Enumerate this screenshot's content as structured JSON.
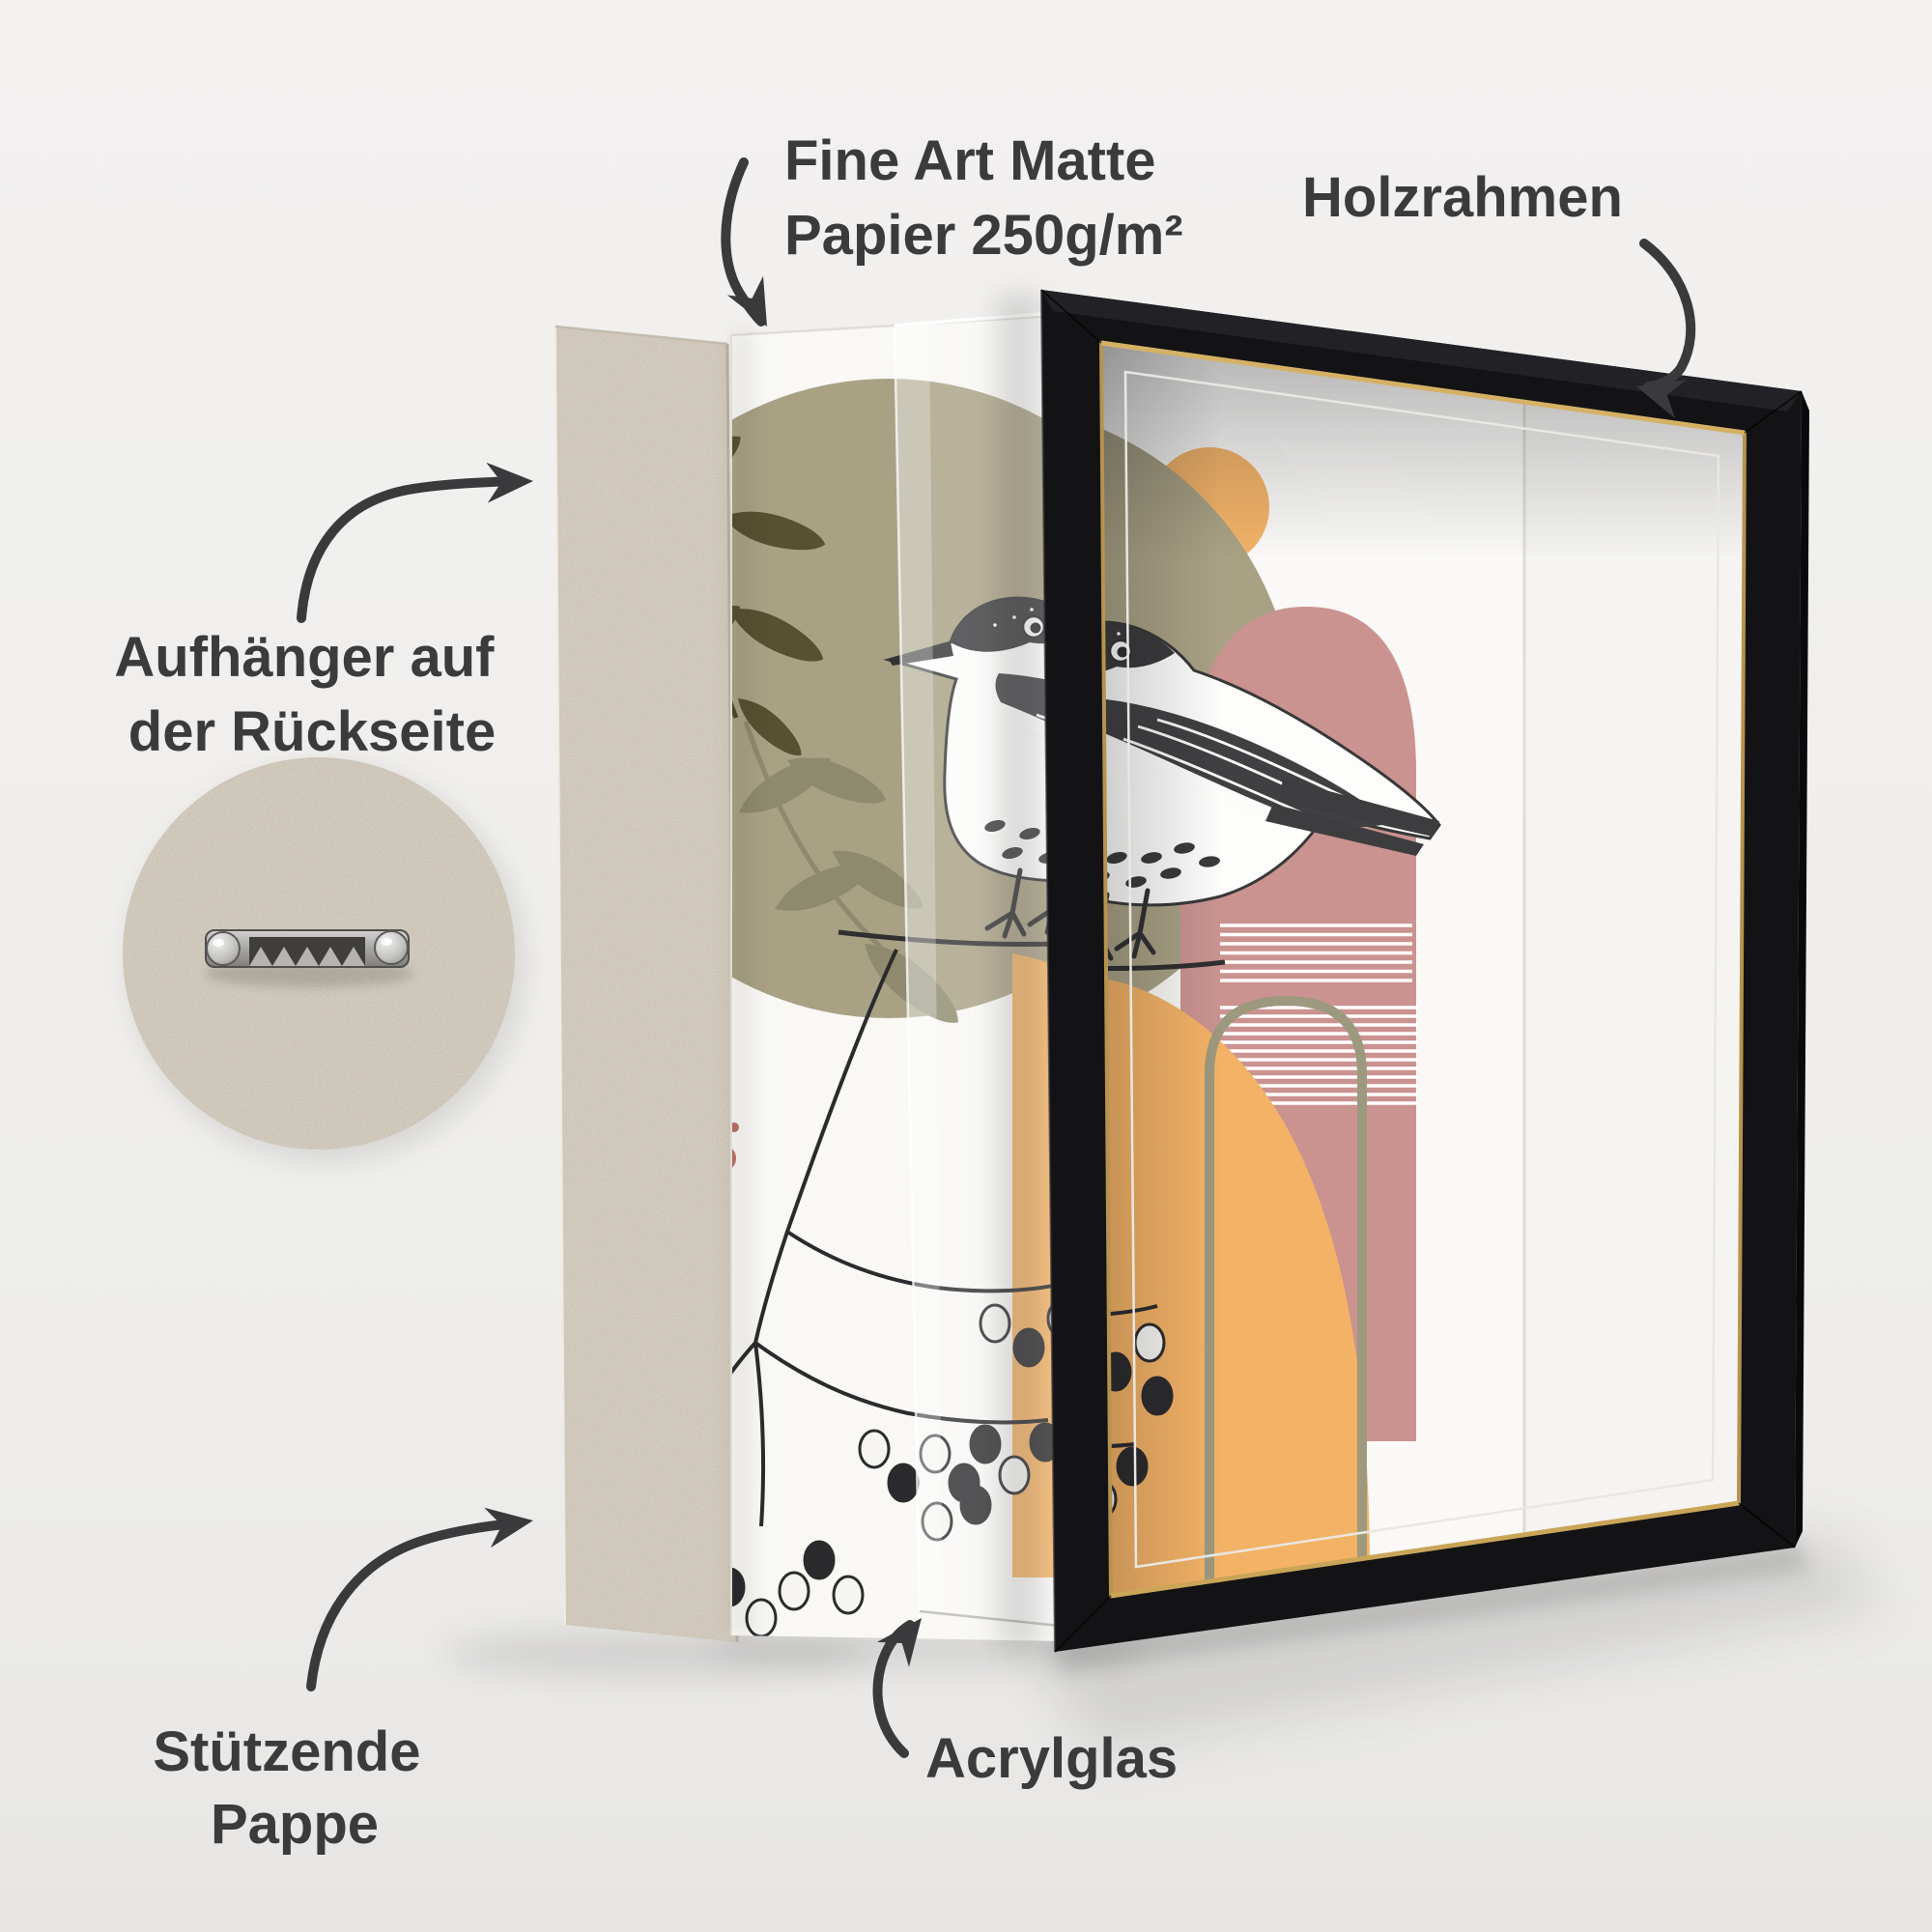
{
  "background": "#f0efed",
  "text_color": "#3b3b3d",
  "labels": {
    "paper": {
      "line1": "Fine Art Matte",
      "line2": "Papier 250g/m²"
    },
    "frame": {
      "text": "Holzrahmen"
    },
    "hanger": {
      "line1": "Aufhänger auf",
      "line2": "der Rückseite"
    },
    "cardboard": {
      "line1": "Stützende",
      "line2": "Pappe"
    },
    "acrylic": {
      "text": "Acrylglas"
    }
  },
  "icons": {
    "arrows": "curved-arrow",
    "hanger_hardware": "sawtooth-hanger"
  },
  "palette": {
    "frame_black": "#131316",
    "gold_lip": "#b6934e",
    "cardboard_beige": "#d6cfc2",
    "olive_circle": "#a8a184",
    "sun_orange": "#f2b368",
    "blob_orange": "#f3b266",
    "dusty_pink": "#ca9390",
    "pink_dots": "#bf6f67",
    "leaf_dark": "#575133",
    "leaf_light": "#8e8a6e",
    "sketch_ink": "#3a3a3c",
    "paper_white": "#f9f8f5"
  }
}
